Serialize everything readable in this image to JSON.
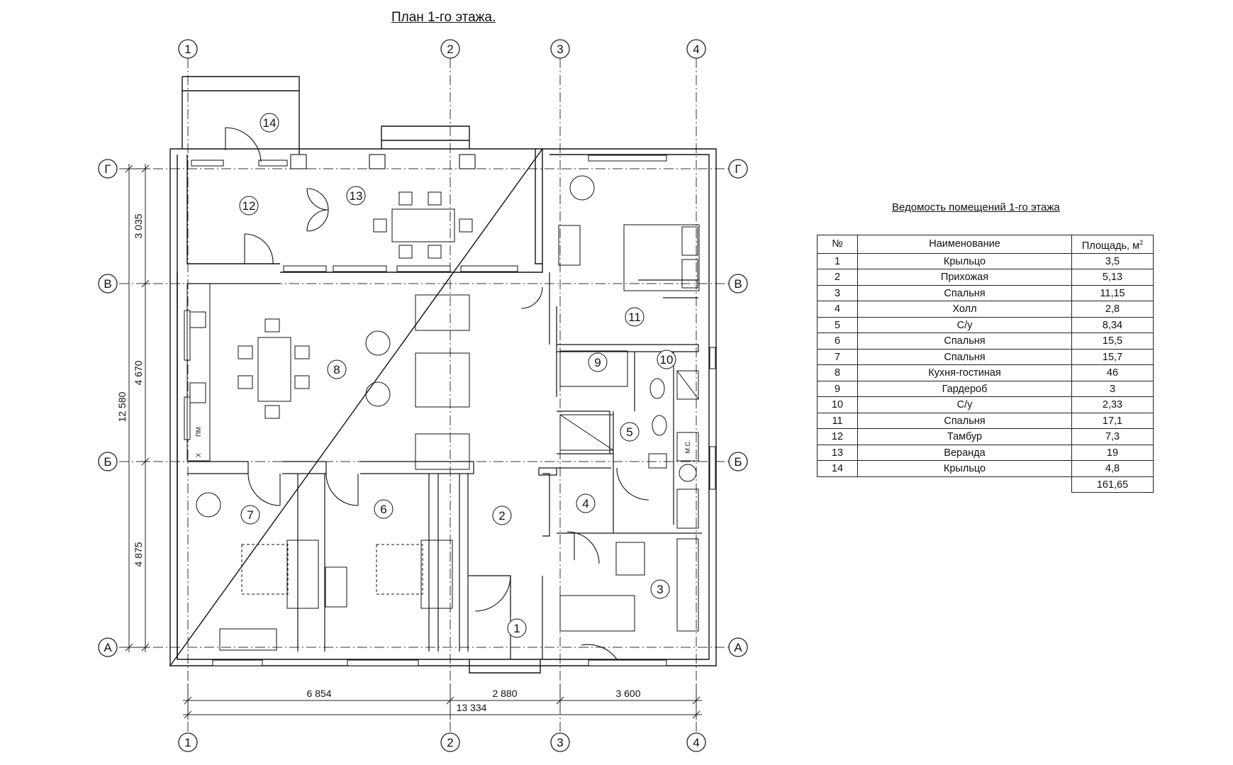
{
  "title": "План 1-го этажа.",
  "axes": {
    "vertical": [
      "1",
      "2",
      "3",
      "4"
    ],
    "horizontal": [
      "Г",
      "В",
      "Б",
      "А"
    ]
  },
  "dimensions": {
    "bottom_segments": [
      "6 854",
      "2 880",
      "3 600"
    ],
    "bottom_total": "13 334",
    "left_segments": [
      "3 035",
      "4 670",
      "4 875"
    ],
    "left_total": "12 580"
  },
  "room_numbers": [
    "14",
    "12",
    "13",
    "11",
    "8",
    "9",
    "10",
    "5",
    "7",
    "6",
    "2",
    "4",
    "3",
    "1"
  ],
  "fixture_labels": {
    "pm": "ПМ",
    "x": "Х",
    "ms": "М.С."
  },
  "schedule": {
    "title": "Ведомость помещений 1-го этажа",
    "headers": {
      "num": "№",
      "name": "Наименование",
      "area": "Площадь, м",
      "area_sup": "2"
    },
    "rows": [
      {
        "num": "1",
        "name": "Крыльцо",
        "area": "3,5"
      },
      {
        "num": "2",
        "name": "Прихожая",
        "area": "5,13"
      },
      {
        "num": "3",
        "name": "Спальня",
        "area": "11,15"
      },
      {
        "num": "4",
        "name": "Холл",
        "area": "2,8"
      },
      {
        "num": "5",
        "name": "С/у",
        "area": "8,34"
      },
      {
        "num": "6",
        "name": "Спальня",
        "area": "15,5"
      },
      {
        "num": "7",
        "name": "Спальня",
        "area": "15,7"
      },
      {
        "num": "8",
        "name": "Кухня-гостиная",
        "area": "46"
      },
      {
        "num": "9",
        "name": "Гардероб",
        "area": "3"
      },
      {
        "num": "10",
        "name": "С/у",
        "area": "2,33"
      },
      {
        "num": "11",
        "name": "Спальня",
        "area": "17,1"
      },
      {
        "num": "12",
        "name": "Тамбур",
        "area": "7,3"
      },
      {
        "num": "13",
        "name": "Веранда",
        "area": "19"
      },
      {
        "num": "14",
        "name": "Крыльцо",
        "area": "4,8"
      }
    ],
    "total": "161,65"
  }
}
